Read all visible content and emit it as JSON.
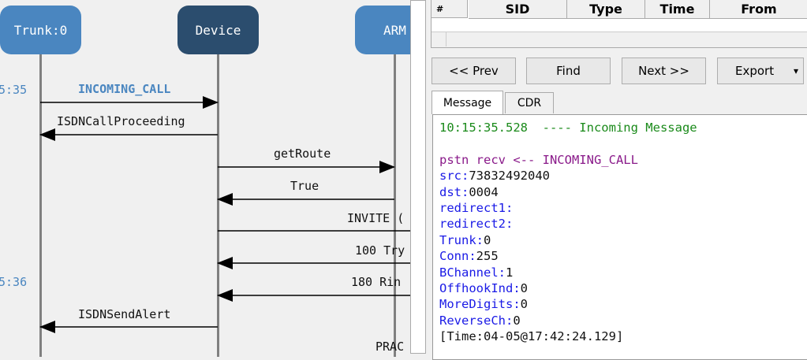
{
  "diagram": {
    "actors": [
      {
        "label": "Trunk:0",
        "color": "#4a86c0"
      },
      {
        "label": "Device",
        "color": "#2b4d6e"
      },
      {
        "label": "ARM",
        "color": "#4a86c0"
      }
    ],
    "timestamps": [
      "5:35",
      "5:36"
    ],
    "messages": [
      {
        "label": "INCOMING_CALL",
        "highlight": "#4a86c0"
      },
      {
        "label": "ISDNCallProceeding"
      },
      {
        "label": "getRoute"
      },
      {
        "label": "True"
      },
      {
        "label": "INVITE ("
      },
      {
        "label": "100 Try"
      },
      {
        "label": "180 Rin"
      },
      {
        "label": "ISDNSendAlert"
      },
      {
        "label": "PRAC"
      }
    ]
  },
  "table": {
    "columns": [
      "#",
      "SID",
      "Type",
      "Time",
      "From"
    ]
  },
  "buttons": {
    "prev": "<< Prev",
    "find": "Find",
    "next": "Next >>",
    "export": "Export",
    "export_arrow": "▾"
  },
  "tabs": [
    "Message",
    "CDR"
  ],
  "message": {
    "header": "10:15:35.528  ---- Incoming Message",
    "direction": "pstn recv <-- INCOMING_CALL",
    "fields": [
      {
        "key": "src:",
        "value": "73832492040"
      },
      {
        "key": "dst:",
        "value": "0004"
      },
      {
        "key": "redirect1:",
        "value": ""
      },
      {
        "key": "redirect2:",
        "value": ""
      },
      {
        "key": "Trunk:",
        "value": "0"
      },
      {
        "key": "Conn:",
        "value": "255"
      },
      {
        "key": "BChannel:",
        "value": "1"
      },
      {
        "key": "OffhookInd:",
        "value": "0"
      },
      {
        "key": "MoreDigits:",
        "value": "0"
      },
      {
        "key": "ReverseCh:",
        "value": "0"
      }
    ],
    "footer": "[Time:04-05@17:42:24.129]"
  }
}
